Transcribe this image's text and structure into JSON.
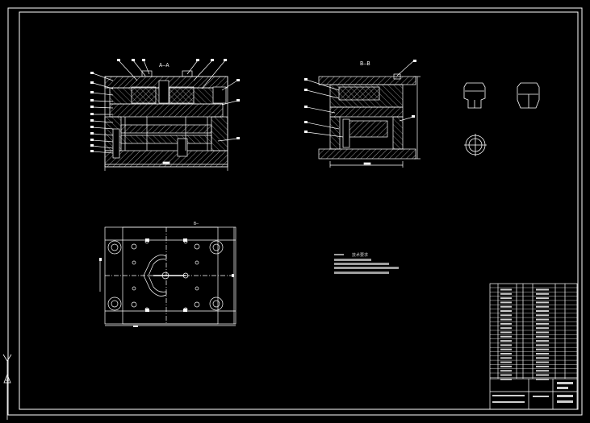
{
  "drawing": {
    "view_labels": {
      "section_aa": "A—A",
      "section_bb": "B—B",
      "plan_view": "B—"
    },
    "notes_title": "技术要求",
    "colors": {
      "background": "#000000",
      "line": "#ffffff",
      "hatch": "#bdbdbd",
      "text": "#e8e8e8"
    }
  }
}
